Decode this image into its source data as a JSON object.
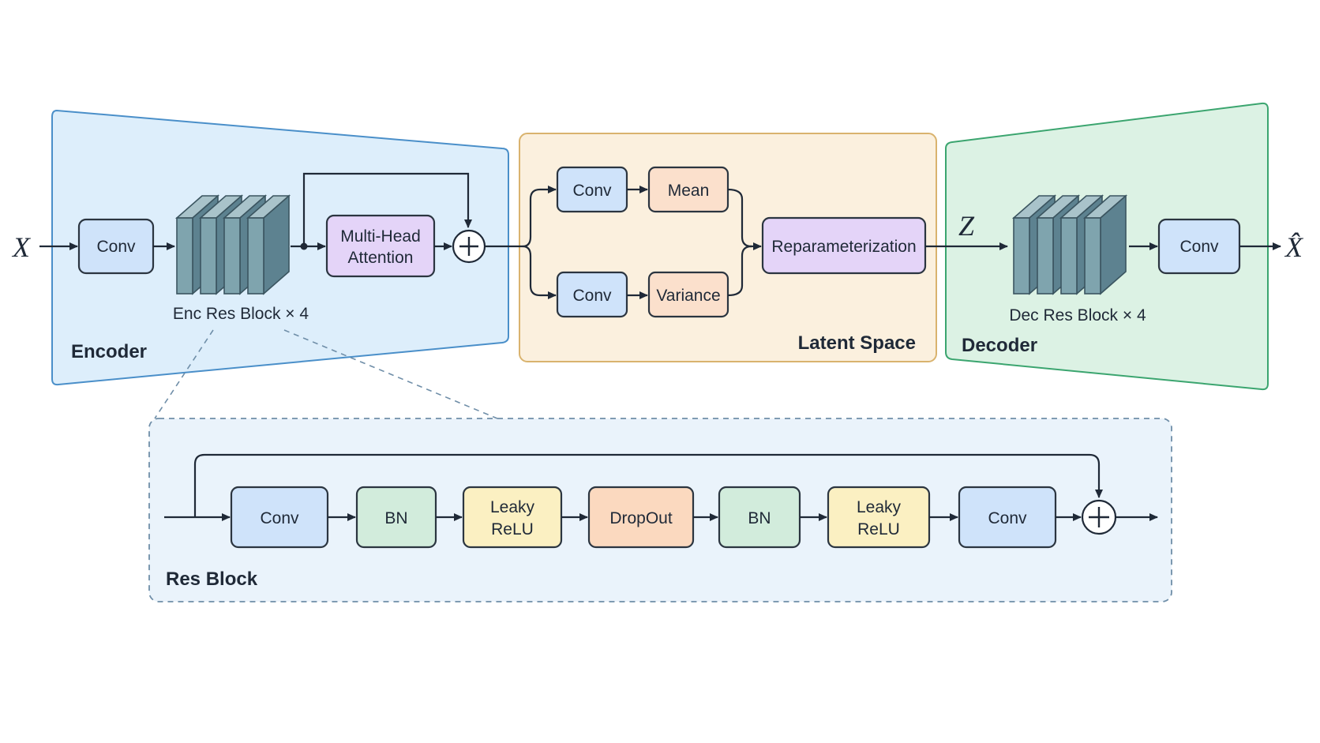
{
  "inputs": {
    "x": "X",
    "x_hat": "X̂",
    "z": "Z"
  },
  "encoder": {
    "title": "Encoder",
    "conv": "Conv",
    "stack_label": "Enc Res Block × 4",
    "attention_line1": "Multi-Head",
    "attention_line2": "Attention"
  },
  "latent": {
    "title": "Latent Space",
    "conv_top": "Conv",
    "mean": "Mean",
    "conv_bottom": "Conv",
    "variance": "Variance",
    "reparam": "Reparameterization"
  },
  "decoder": {
    "title": "Decoder",
    "stack_label": "Dec Res Block × 4",
    "conv": "Conv"
  },
  "res_block": {
    "title": "Res Block",
    "steps": [
      {
        "line1": "Conv",
        "line2": ""
      },
      {
        "line1": "BN",
        "line2": ""
      },
      {
        "line1": "Leaky",
        "line2": "ReLU"
      },
      {
        "line1": "DropOut",
        "line2": ""
      },
      {
        "line1": "BN",
        "line2": ""
      },
      {
        "line1": "Leaky",
        "line2": "ReLU"
      },
      {
        "line1": "Conv",
        "line2": ""
      }
    ]
  },
  "colors": {
    "conv": "#cfe3fa",
    "bn": "#d2ecdc",
    "leaky_relu": "#fbf0c2",
    "dropout": "#fbd9bf",
    "attention": "#e4d4f8",
    "mean_variance": "#fbe0cc",
    "encoder_panel": "#ddeefb",
    "latent_panel": "#fbf0de",
    "decoder_panel": "#dcf2e4",
    "res_panel": "#eaf3fb",
    "stack_front": "#7fa4ae",
    "stack_side": "#5d8290"
  }
}
